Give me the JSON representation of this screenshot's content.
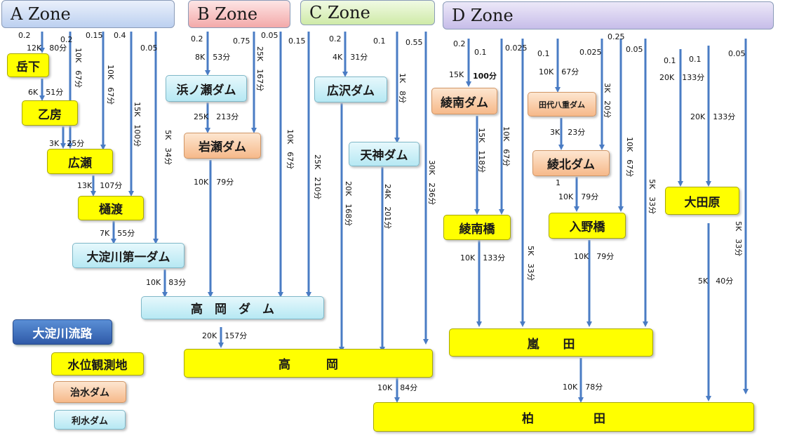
{
  "zones": {
    "a": "A Zone",
    "b": "B Zone",
    "c": "C Zone",
    "d": "D Zone"
  },
  "nodes": {
    "takeshita": "岳下",
    "otsubo": "乙房",
    "hirose": "広瀬",
    "hiwatari": "樋渡",
    "oyodo_dam1": "大淀川第一ダム",
    "hamanose_dam": "浜ノ瀬ダム",
    "iwase_dam": "岩瀬ダム",
    "takaoka_dam": "高　岡　ダ　ム",
    "hirosawa_dam": "広沢ダム",
    "tenjin_dam": "天神ダム",
    "takaoka": "高　　　岡",
    "ayaminami_dam": "綾南ダム",
    "tashiro_dam": "田代八重ダム",
    "ayakita_dam": "綾北ダム",
    "ayaminami_bridge": "綾南橋",
    "irinobashi": "入野橋",
    "otabaru": "大田原",
    "arashida": "嵐　　田",
    "kashiwada": "柏　　　　　田"
  },
  "legend": {
    "river": "大淀川流路",
    "gauge": "水位観測地",
    "flood_dam": "治水ダム",
    "water_dam": "利水ダム"
  },
  "edge_labels": {
    "h_a1": "0.2",
    "h_a2": "0.2",
    "h_a3": "0.15",
    "h_a4": "0.4",
    "h_a5": "0.05",
    "takeshita_in": "12K　80分",
    "takeshita_otsubo": "6K　51分",
    "otsubo_hirose": "3K　25分",
    "hirose_hiwatari": "13K　107分",
    "hiwatari_dam1": "7K　55分",
    "dam1_takaoka_dam": "10K　83分",
    "v_a2": "10K　67分",
    "v_a3": "10K　67分",
    "v_a4": "15K　100分",
    "v_a5": "5K　34分",
    "h_b1": "0.2",
    "h_b2": "0.75",
    "h_b3": "0.05",
    "hamanose_in": "8K　53分",
    "hamanose_iwase": "25K　213分",
    "iwase_takaoka_dam": "10K　79分",
    "v_b2": "25K　167分",
    "v_b3": "10K　67分",
    "h_c0": "0.15",
    "v_c0": "25K　210分",
    "takaoka_dam_takaoka": "20K　157分",
    "h_c1": "0.2",
    "h_c2": "0.1",
    "h_c3": "0.55",
    "hirosawa_in": "4K　31分",
    "v_c2": "1K　8分",
    "v_c1": "20K　168分",
    "v_tenjin": "24K　201分",
    "v_c3": "30K　236分",
    "takaoka_kashiwada": "10K　84分",
    "h_d1": "0.2",
    "h_d2": "0.1",
    "h_d3": "0.025",
    "h_d4": "0.1",
    "h_d5": "0.025",
    "h_d6": "0.25",
    "h_d7": "0.05",
    "h_d8": "0.1",
    "h_d9": "0.1",
    "h_d10": "0.05",
    "ayaminami_in_k": "15K",
    "ayaminami_in_t": "100分",
    "tashiro_in": "10K　67分",
    "v_ayaminami": "15K　118分",
    "v_d2": "10K　67分",
    "tashiro_ayakita": "3K　23分",
    "v_d5": "3K　20分",
    "v_d6": "10K　67分",
    "ayakita_small": "1",
    "ayakita_iri": "10K　79分",
    "v_d7": "5K　33分",
    "otabaru_in": "20K　133分",
    "otabaru_in2": "20K　133分",
    "v_d10": "5K　33分",
    "ayaminami_bridge_out": "10K　133分",
    "v_d3": "5K　33分",
    "iri_arashida": "10K　79分",
    "otabaru_kashiwada": "5K　40分",
    "arashida_kashiwada": "10K　78分"
  }
}
